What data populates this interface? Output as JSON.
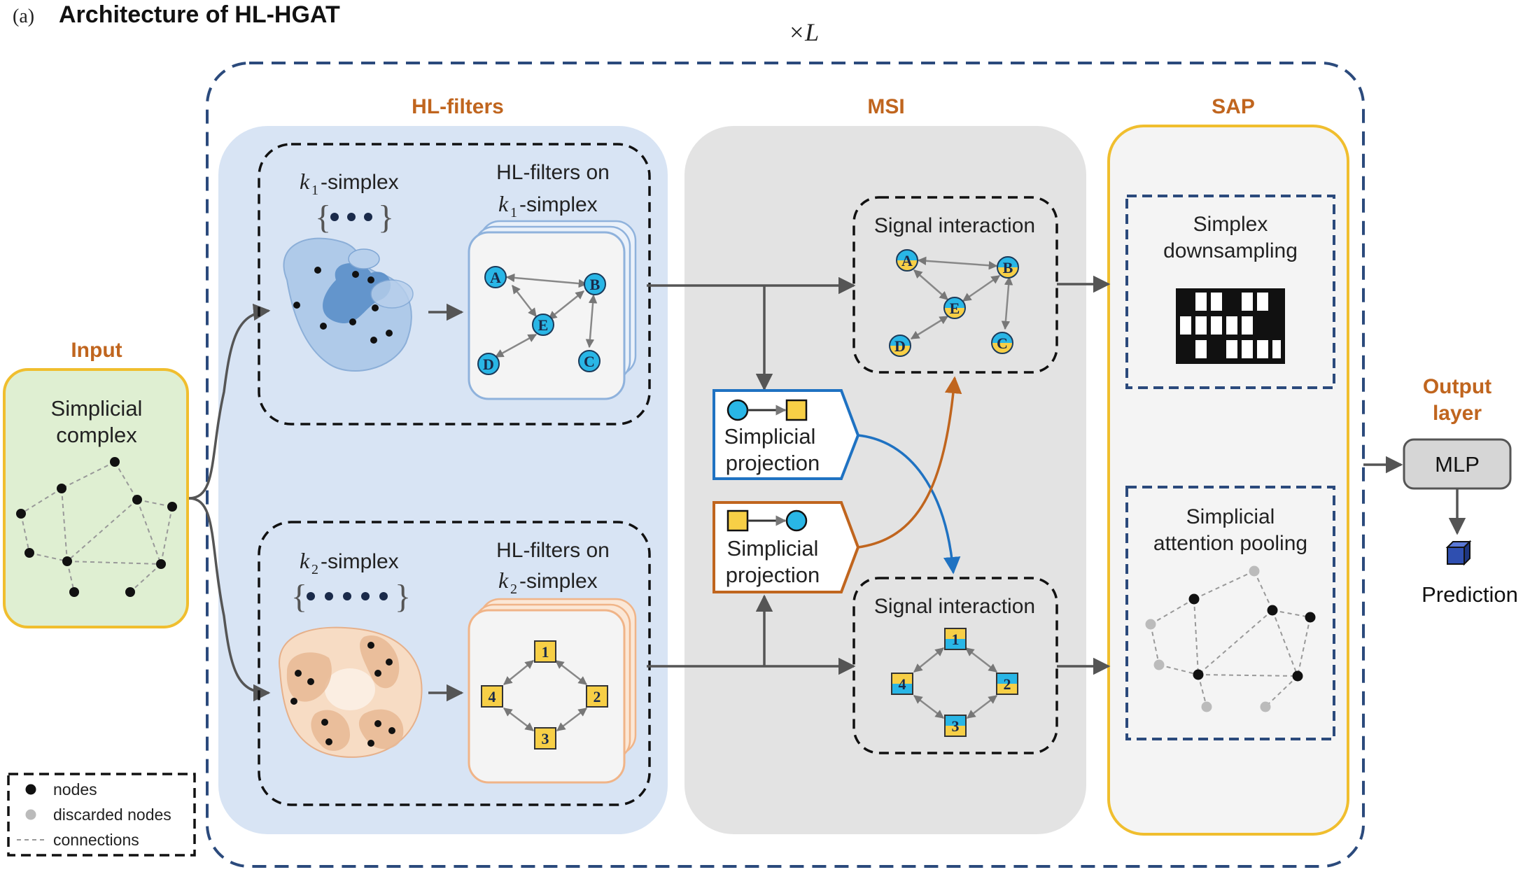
{
  "figure": {
    "panel_label": "(a)",
    "title": "Architecture of HL-HGAT",
    "repeat_label": "×L"
  },
  "sections": {
    "input": "Input",
    "hl_filters": "HL-filters",
    "msi": "MSI",
    "sap": "SAP",
    "output_layer_line1": "Output",
    "output_layer_line2": "layer"
  },
  "input_box": {
    "line1": "Simplicial",
    "line2": "complex"
  },
  "k1": {
    "simplex_symbol": "k",
    "simplex_sub": "1",
    "simplex_text": "-simplex",
    "filter_line1": "HL-filters on",
    "nodes": [
      "A",
      "B",
      "E",
      "D",
      "C"
    ]
  },
  "k2": {
    "simplex_symbol": "k",
    "simplex_sub": "2",
    "simplex_text": "-simplex",
    "filter_line1": "HL-filters on",
    "nodes": [
      "1",
      "2",
      "3",
      "4"
    ]
  },
  "msi": {
    "signal_interaction": "Signal interaction",
    "projection_line1": "Simplicial",
    "projection_line2": "projection"
  },
  "sap": {
    "downsampling_line1": "Simplex",
    "downsampling_line2": "downsampling",
    "pooling_line1": "Simplicial",
    "pooling_line2": "attention pooling"
  },
  "output": {
    "mlp": "MLP",
    "prediction": "Prediction"
  },
  "legend": {
    "nodes": "nodes",
    "discarded": "discarded nodes",
    "connections": "connections"
  },
  "colors": {
    "cyan_node": "#29b6e6",
    "yellow_node": "#f7cf46",
    "hl_panel": "#d8e4f4",
    "msi_panel": "#e3e3e3",
    "input_fill": "#dfefd2",
    "accent_orange": "#c0651e",
    "accent_blue": "#1f72c2",
    "frame_navy": "#2b4a7c"
  }
}
